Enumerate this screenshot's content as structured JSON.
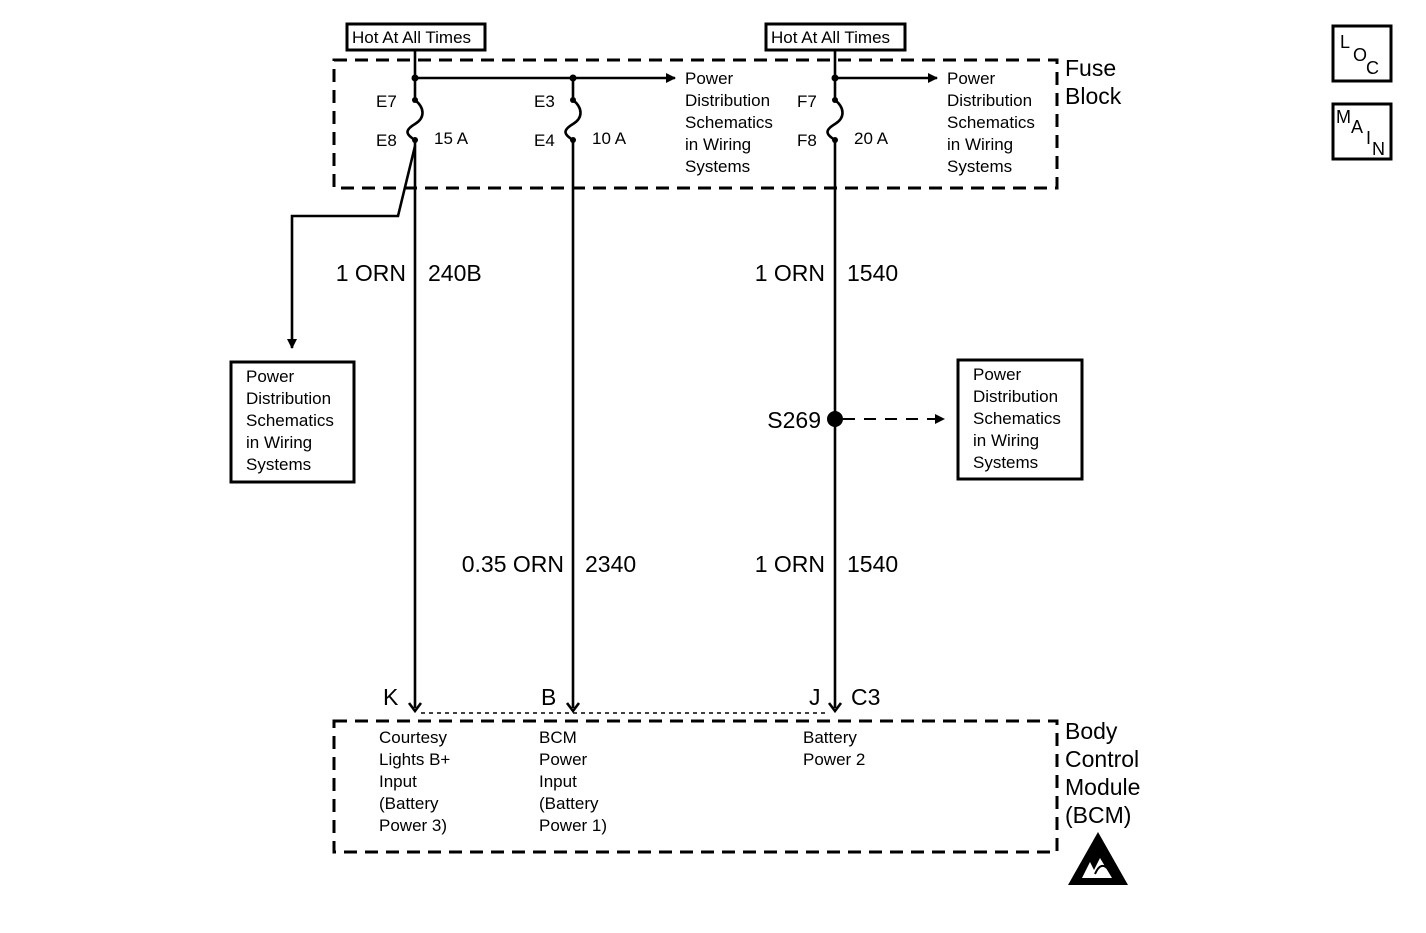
{
  "hot_labels": [
    "Hot At All Times",
    "Hot At All Times"
  ],
  "fuse_block": {
    "title_line1": "Fuse",
    "title_line2": "Block"
  },
  "fuses": [
    {
      "top": "E7",
      "bottom": "E8",
      "rating": "15 A"
    },
    {
      "top": "E3",
      "bottom": "E4",
      "rating": "10 A"
    },
    {
      "top": "F7",
      "bottom": "F8",
      "rating": "20 A"
    }
  ],
  "power_dist_lines": [
    "Power",
    "Distribution",
    "Schematics",
    "in Wiring",
    "Systems"
  ],
  "wires": [
    {
      "gauge_color": "1 ORN",
      "circuit": "240B"
    },
    {
      "gauge_color": "0.35 ORN",
      "circuit": "2340"
    },
    {
      "gauge_color": "1 ORN",
      "circuit": "1540"
    },
    {
      "gauge_color": "1 ORN",
      "circuit": "1540"
    }
  ],
  "splice": "S269",
  "pins": {
    "k": "K",
    "b": "B",
    "j": "J",
    "connector": "C3"
  },
  "bcm_inputs": [
    {
      "lines": [
        "Courtesy",
        "Lights B+",
        "Input",
        "(Battery",
        "Power 3)"
      ]
    },
    {
      "lines": [
        "BCM",
        "Power",
        "Input",
        "(Battery",
        "Power 1)"
      ]
    },
    {
      "lines": [
        "Battery",
        "Power 2"
      ]
    }
  ],
  "bcm": {
    "lines": [
      "Body",
      "Control",
      "Module",
      "(BCM)"
    ]
  },
  "nav": {
    "loc": [
      "L",
      "O",
      "C"
    ],
    "main": [
      "M",
      "A",
      "I",
      "N"
    ]
  },
  "icons": {
    "esd": "esd-warning-icon"
  }
}
